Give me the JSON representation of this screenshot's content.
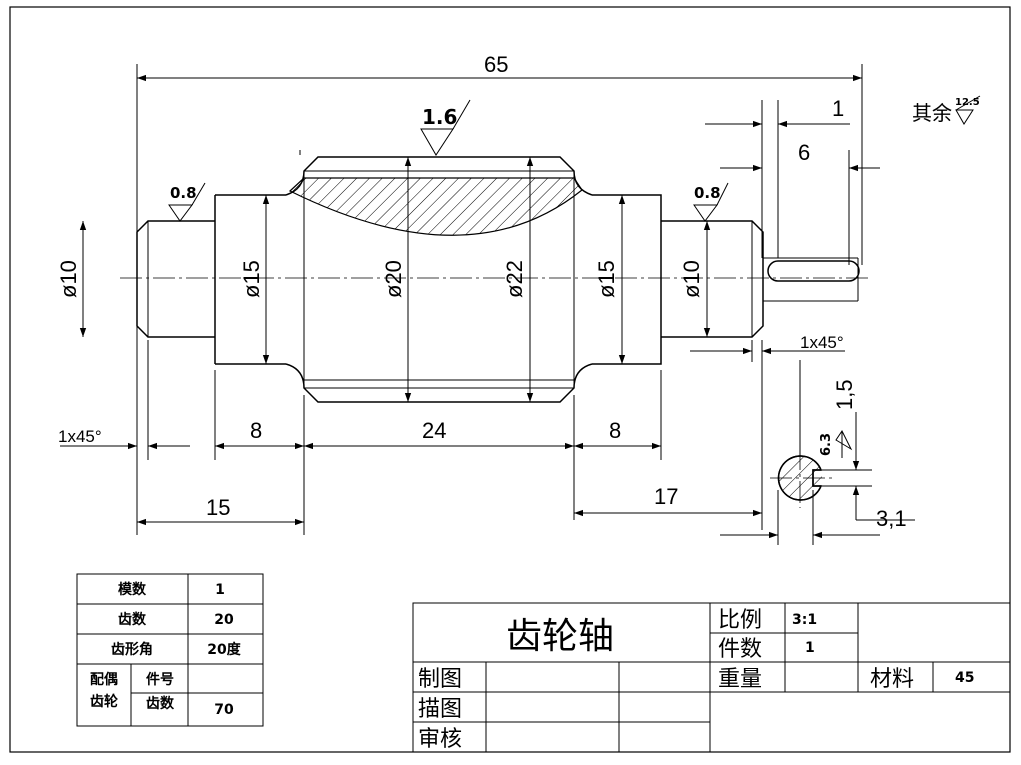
{
  "dimensions": {
    "overall_length": "65",
    "key_dist_1": "1",
    "key_len_6": "6",
    "dia_10_left": "ø10",
    "dia_15_left": "ø15",
    "dia_20": "ø20",
    "dia_22": "ø22",
    "dia_15_right": "ø15",
    "dia_10_right": "ø10",
    "seg_8_left": "8",
    "seg_24": "24",
    "seg_8_right": "8",
    "len_15": "15",
    "len_17": "17",
    "chamfer_left": "1x45°",
    "chamfer_right": "1x45°",
    "section_1_5": "1,5",
    "section_3_1": "3,1"
  },
  "surface_finish": {
    "top": "1.6",
    "left": "0.8",
    "right": "0.8",
    "section": "6.3",
    "rest_label": "其余",
    "rest_value": "12.5"
  },
  "gear_params": {
    "rows": [
      {
        "label": "模数",
        "value": "1"
      },
      {
        "label": "齿数",
        "value": "20"
      },
      {
        "label": "齿形角",
        "value": "20度"
      }
    ],
    "mate_label_1": "配偶",
    "mate_label_2": "齿轮",
    "part_no_label": "件号",
    "part_no_value": "",
    "teeth_label": "齿数",
    "teeth_value": "70"
  },
  "title_block": {
    "title": "齿轮轴",
    "scale_label": "比例",
    "scale_value": "3:1",
    "qty_label": "件数",
    "qty_value": "1",
    "weight_label": "重量",
    "material_label": "材料",
    "material_value": "45",
    "drawn_label": "制图",
    "traced_label": "描图",
    "checked_label": "审核"
  }
}
